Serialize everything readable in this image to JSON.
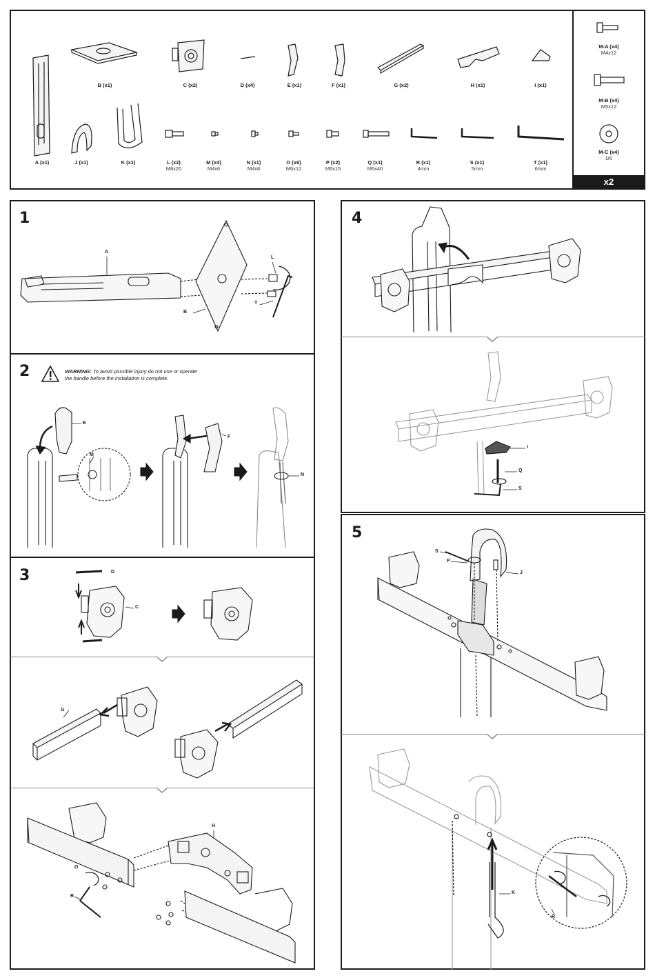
{
  "parts_panel": {
    "parts": [
      {
        "id": "A",
        "label": "A (x1)",
        "sub": ""
      },
      {
        "id": "B",
        "label": "B (x1)",
        "sub": ""
      },
      {
        "id": "C",
        "label": "C (x2)",
        "sub": ""
      },
      {
        "id": "D",
        "label": "D (x4)",
        "sub": ""
      },
      {
        "id": "E",
        "label": "E (x1)",
        "sub": ""
      },
      {
        "id": "F",
        "label": "F (x1)",
        "sub": ""
      },
      {
        "id": "G",
        "label": "G (x2)",
        "sub": ""
      },
      {
        "id": "H",
        "label": "H (x1)",
        "sub": ""
      },
      {
        "id": "I",
        "label": "I (x1)",
        "sub": ""
      },
      {
        "id": "J",
        "label": "J (x1)",
        "sub": ""
      },
      {
        "id": "K",
        "label": "K (x1)",
        "sub": ""
      },
      {
        "id": "L",
        "label": "L (x2)",
        "sub": "M8x20"
      },
      {
        "id": "M",
        "label": "M (x4)",
        "sub": "M4x6"
      },
      {
        "id": "N",
        "label": "N (x1)",
        "sub": "M4x8"
      },
      {
        "id": "O",
        "label": "O (x6)",
        "sub": "M6x12"
      },
      {
        "id": "P",
        "label": "P (x2)",
        "sub": "M6x15"
      },
      {
        "id": "Q",
        "label": "Q (x1)",
        "sub": "M6x40"
      },
      {
        "id": "R",
        "label": "R (x1)",
        "sub": "4mm"
      },
      {
        "id": "S",
        "label": "S (x1)",
        "sub": "5mm"
      },
      {
        "id": "T",
        "label": "T (x1)",
        "sub": "6mm"
      }
    ],
    "side_parts": [
      {
        "id": "MA",
        "label": "M-A (x4)",
        "sub": "M4x12"
      },
      {
        "id": "MB",
        "label": "M-B (x4)",
        "sub": "M5x12"
      },
      {
        "id": "MC",
        "label": "M-C (x4)",
        "sub": "D5"
      }
    ],
    "multiplier": "x2"
  },
  "steps": {
    "s1": {
      "number": "1",
      "callouts": [
        "A",
        "B",
        "L",
        "T"
      ]
    },
    "s2": {
      "number": "2",
      "warning_title": "WARNING:",
      "warning_line1": "To avoid possible injury do not use or operate",
      "warning_line2": "the handle before the installation is complete.",
      "callouts": [
        "E",
        "M",
        "F",
        "N"
      ]
    },
    "s3": {
      "number": "3",
      "callouts": [
        "D",
        "C",
        "G",
        "H",
        "O",
        "R"
      ]
    },
    "s4": {
      "number": "4",
      "callouts": [
        "I",
        "Q",
        "S"
      ]
    },
    "s5": {
      "number": "5",
      "callouts": [
        "S",
        "P",
        "J",
        "K",
        "R"
      ]
    }
  },
  "colors": {
    "ink": "#1a1a1a",
    "grey": "#888888"
  }
}
